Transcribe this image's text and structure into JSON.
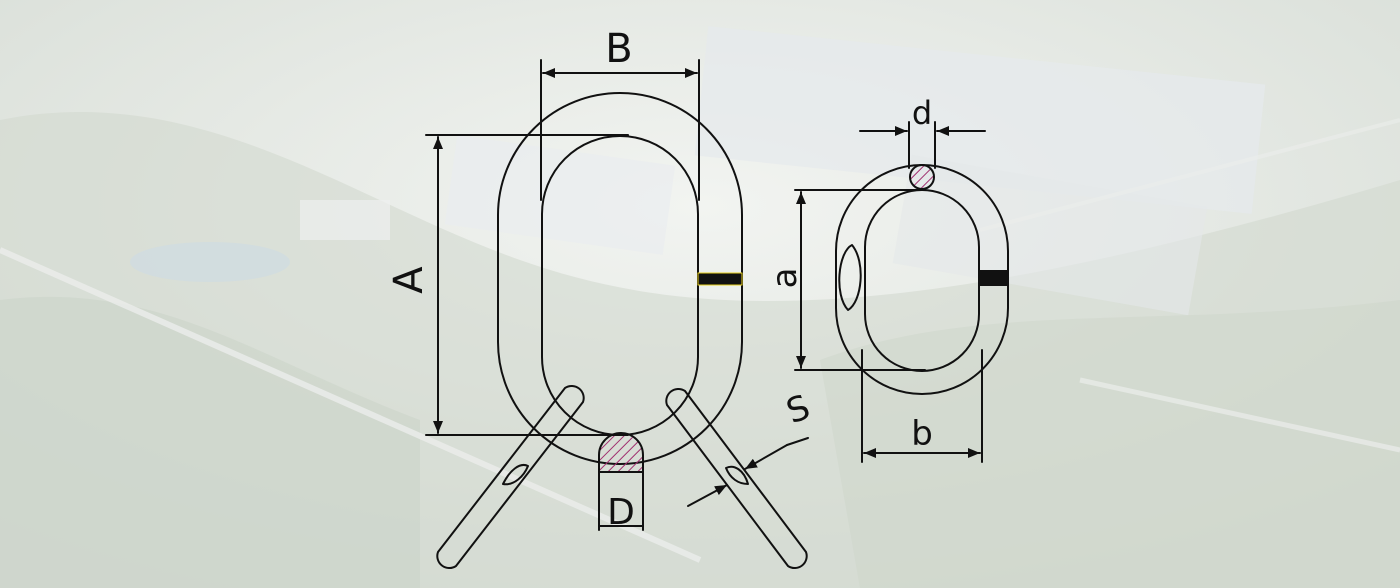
{
  "colors": {
    "line": "#111111",
    "section_hatch": "#a03070",
    "marker_fill": "#111111",
    "marker_edge": "#e8d020"
  },
  "labels": {
    "A": "A",
    "B": "B",
    "D": "D",
    "S": "S",
    "a": "a",
    "b": "b",
    "d": "d"
  }
}
